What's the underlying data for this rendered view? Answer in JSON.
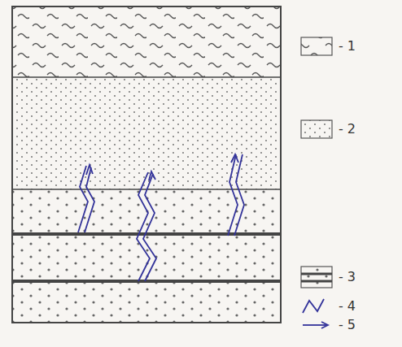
{
  "diagram": {
    "legend": [
      {
        "text": "- 1"
      },
      {
        "text": "- 2"
      },
      {
        "text": "- 3"
      },
      {
        "text": "- 4"
      },
      {
        "text": "- 5"
      }
    ]
  }
}
